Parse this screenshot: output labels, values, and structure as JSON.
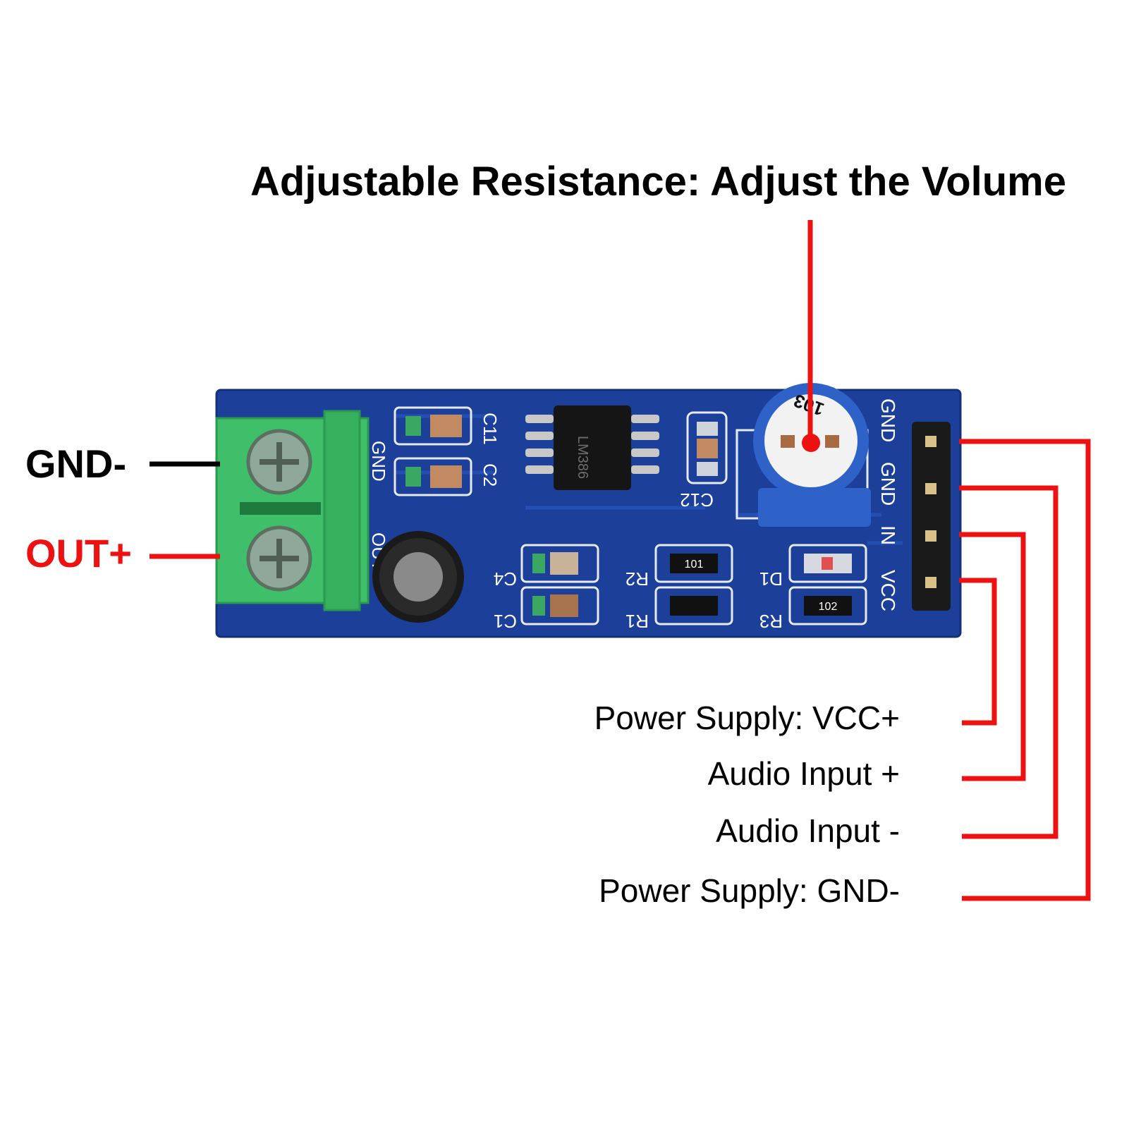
{
  "title": "Adjustable Resistance: Adjust the Volume",
  "terminal": {
    "gnd_label": "GND-",
    "out_label": "OUT+"
  },
  "pins": {
    "vcc_label": "Power Supply: VCC+",
    "in_plus_label": "Audio Input +",
    "in_minus_label": "Audio Input -",
    "gnd_label": "Power Supply: GND-"
  },
  "board": {
    "header_pins": [
      "GND",
      "GND",
      "IN",
      "VCC"
    ],
    "terminal_silk": [
      "GND",
      "OUT"
    ],
    "components": {
      "c11": "C11",
      "c2": "C2",
      "c12": "C12",
      "c4": "C4",
      "c1": "C1",
      "r1": "R1",
      "r2": "R2",
      "r3": "R3",
      "d1": "D1"
    },
    "chip_marking": "LM386",
    "resistor_codes": {
      "r2": "101",
      "r3": "102"
    },
    "pot_marking": "103"
  },
  "colors": {
    "board": "#1c3f9a",
    "terminal": "#3fbf6a",
    "callout_red": "#ee1111",
    "callout_black": "#000000",
    "pot": "#2e62c8"
  },
  "icons": [
    "screw-icon",
    "potentiometer-icon",
    "capacitor-icon",
    "chip-icon"
  ]
}
